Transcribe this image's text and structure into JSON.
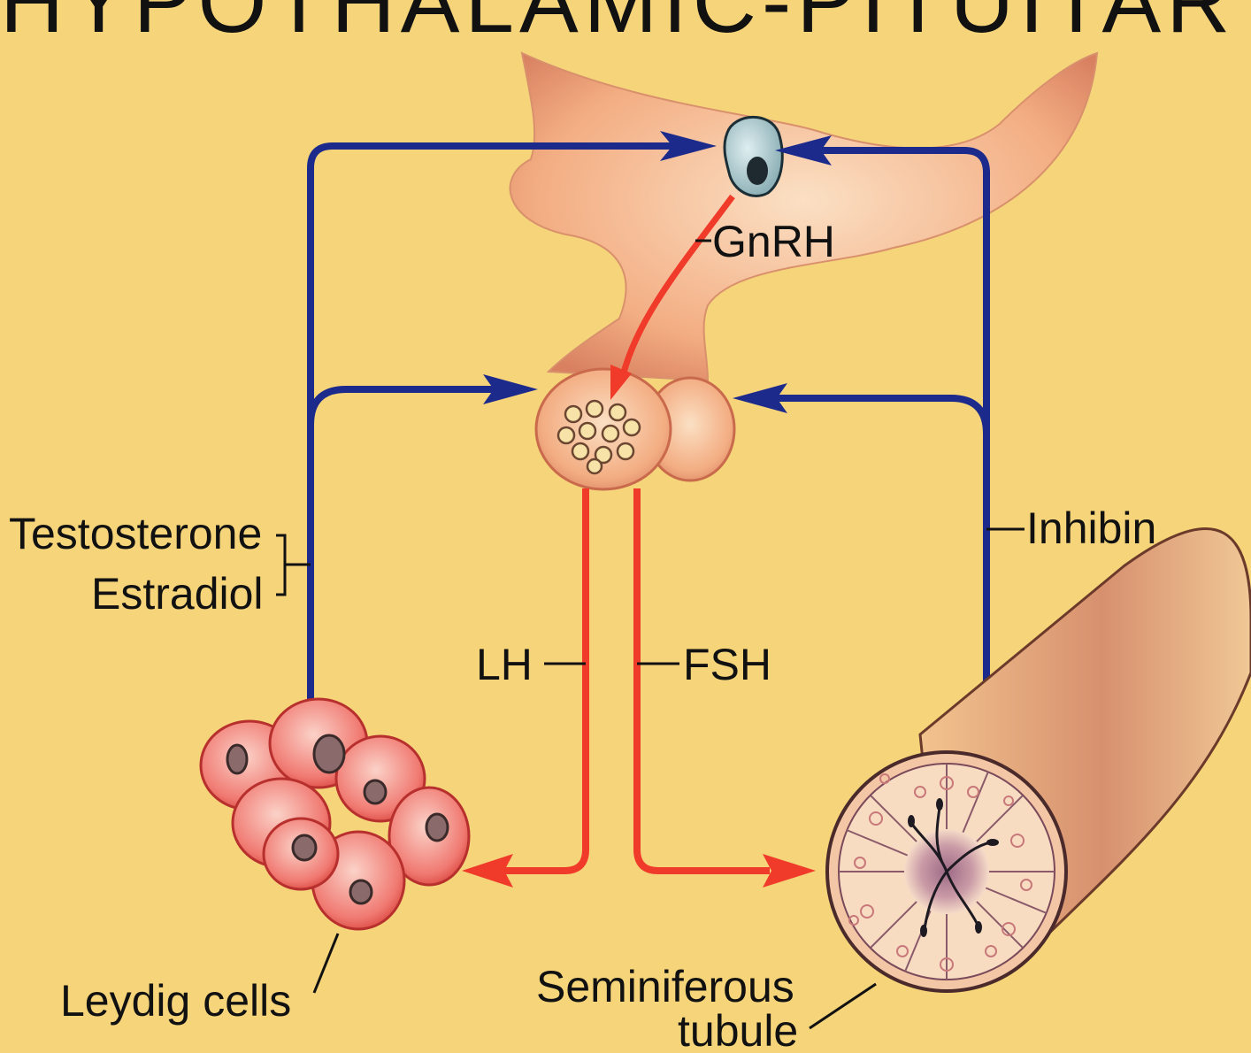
{
  "title": "HYPOTHALAMIC-PITUITARY-GONADAL AXIS",
  "labels": {
    "gnrh": "GnRH",
    "testosterone": "Testosterone",
    "estradiol": "Estradiol",
    "inhibin": "Inhibin",
    "lh": "LH",
    "fsh": "FSH",
    "leydig": "Leydig cells",
    "seminiferous_line1": "Seminiferous",
    "seminiferous_line2": "tubule"
  },
  "colors": {
    "background": "#f5d47a",
    "inhibitory_arrow": "#1c2a8c",
    "stimulatory_arrow": "#f03a2a",
    "tissue": "#f2a97a",
    "leydig_cell": "#f06c6a",
    "tubule": "#c98a7a"
  }
}
